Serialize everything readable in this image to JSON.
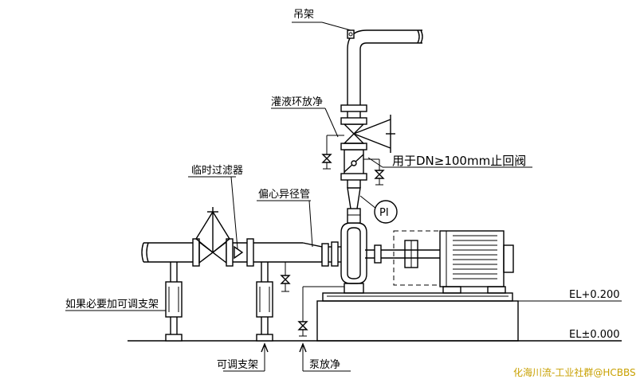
{
  "labels": {
    "hanger": "吊架",
    "drain_ring": "灌液环放净",
    "check_valve_note": "用于DN≥100mm止回阀",
    "temp_filter": "临时过滤器",
    "eccentric_reducer": "偏心异径管",
    "pressure_indicator": "PI",
    "adjustable_support_if_needed": "如果必要加可调支架",
    "adjustable_support": "可调支架",
    "pump_drain": "泵放净",
    "elevation_upper": "EL+0.200",
    "elevation_ground": "EL±0.000"
  },
  "watermark": "化海川流-工业社群@HCBBS",
  "colors": {
    "line": "#000000",
    "background": "#ffffff",
    "watermark": "#c8a000"
  }
}
